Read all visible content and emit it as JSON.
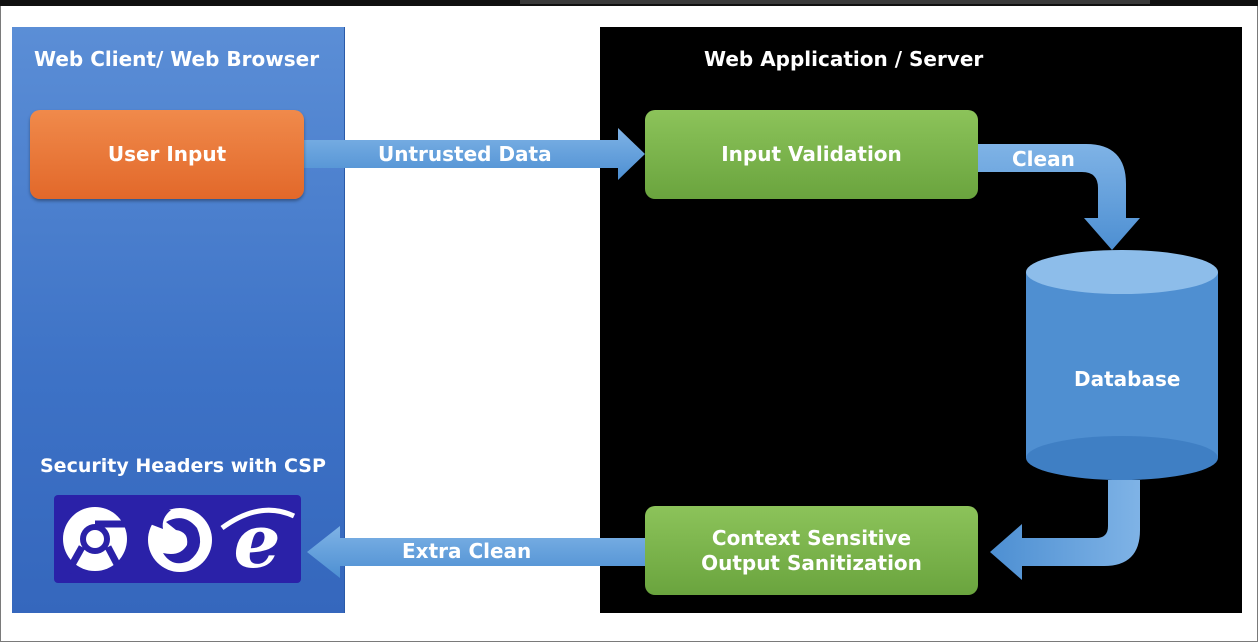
{
  "client_panel": {
    "title": "Web Client/ Web Browser"
  },
  "server_panel": {
    "title": "Web Application / Server"
  },
  "nodes": {
    "user_input": "User Input",
    "input_validation": "Input Validation",
    "database": "Database",
    "output_sanitization_line1": "Context Sensitive",
    "output_sanitization_line2": "Output Sanitization"
  },
  "flows": {
    "untrusted_data": "Untrusted Data",
    "clean": "Clean",
    "extra_clean": "Extra Clean"
  },
  "security_headers": {
    "label": "Security Headers with CSP",
    "browser_icons": [
      "chrome-icon",
      "firefox-icon",
      "internet-explorer-icon"
    ]
  },
  "colors": {
    "client_panel": "#4a7fd0",
    "server_panel": "#000000",
    "orange_box": "#e8722f",
    "green_box": "#79b24a",
    "arrow": "#5b9bd8",
    "browser_box": "#2a21a8"
  }
}
